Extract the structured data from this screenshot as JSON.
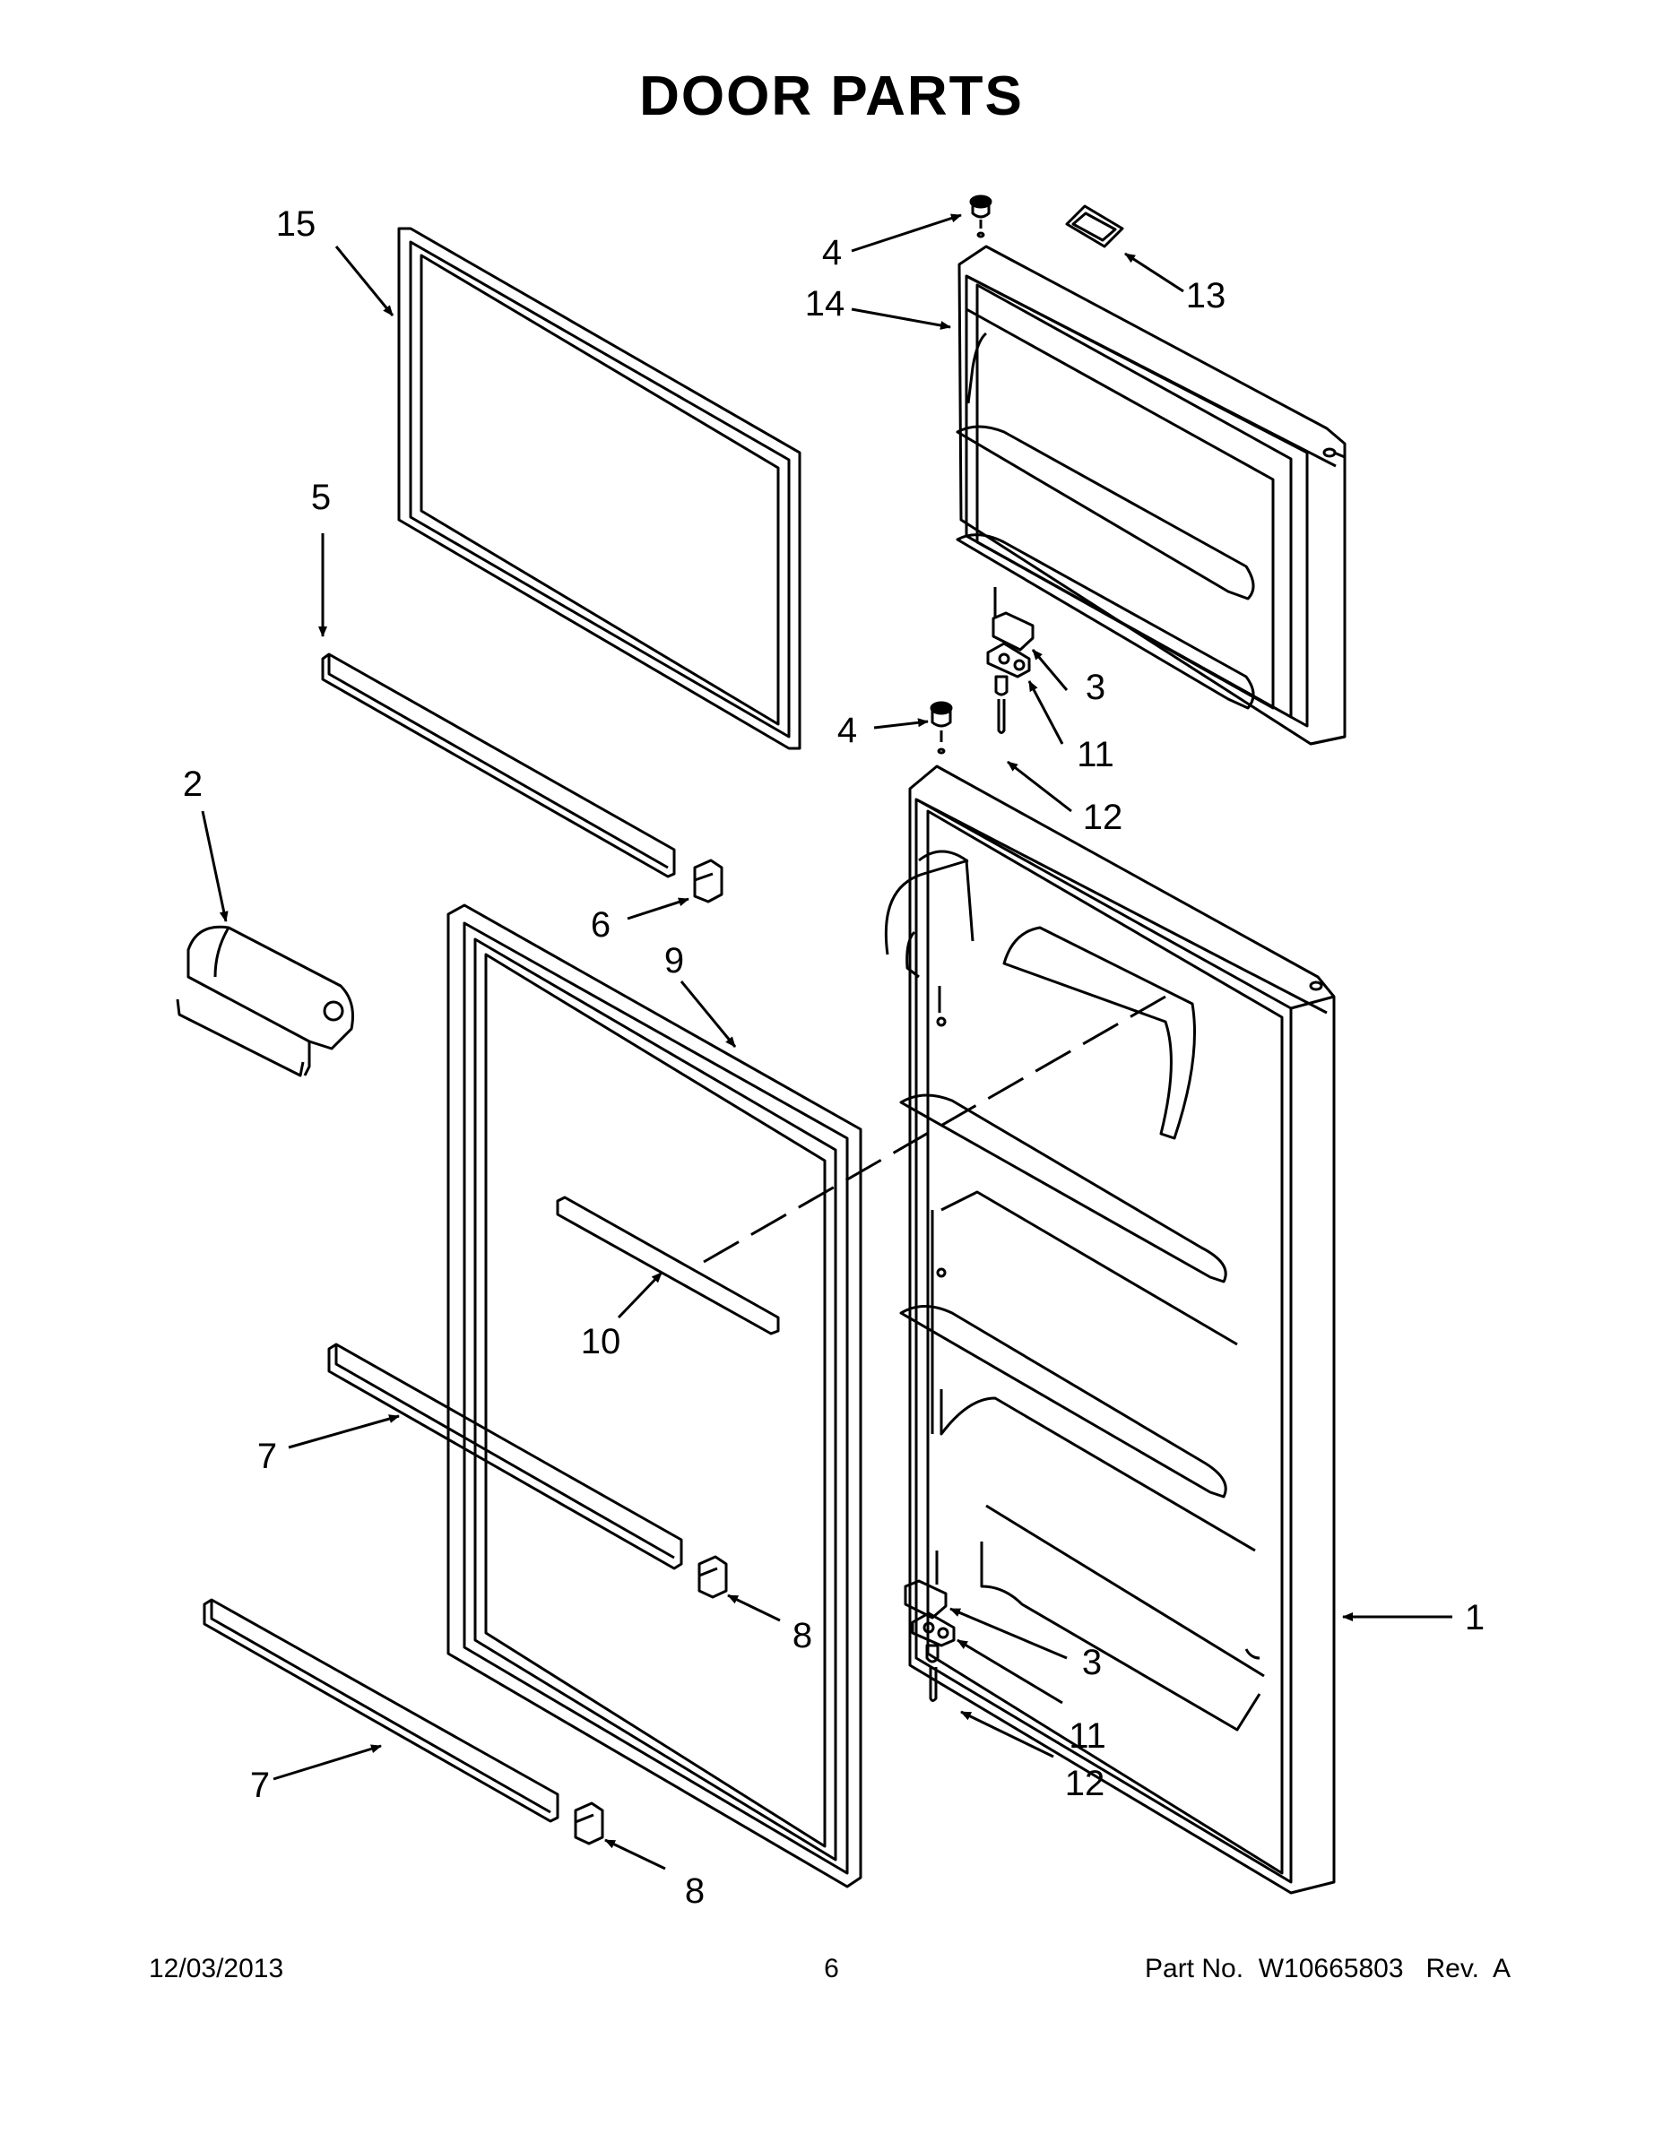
{
  "title": "DOOR PARTS",
  "footer": {
    "date": "12/03/2013",
    "page_number": "6",
    "part_number": "Part No.  W10665803   Rev.  A"
  },
  "callouts": {
    "c1": "1",
    "c2": "2",
    "c3a": "3",
    "c3b": "3",
    "c4a": "4",
    "c4b": "4",
    "c5": "5",
    "c6": "6",
    "c7a": "7",
    "c7b": "7",
    "c8a": "8",
    "c8b": "8",
    "c9": "9",
    "c10": "10",
    "c11a": "11",
    "c11b": "11",
    "c12a": "12",
    "c12b": "12",
    "c13": "13",
    "c14": "14",
    "c15": "15"
  }
}
